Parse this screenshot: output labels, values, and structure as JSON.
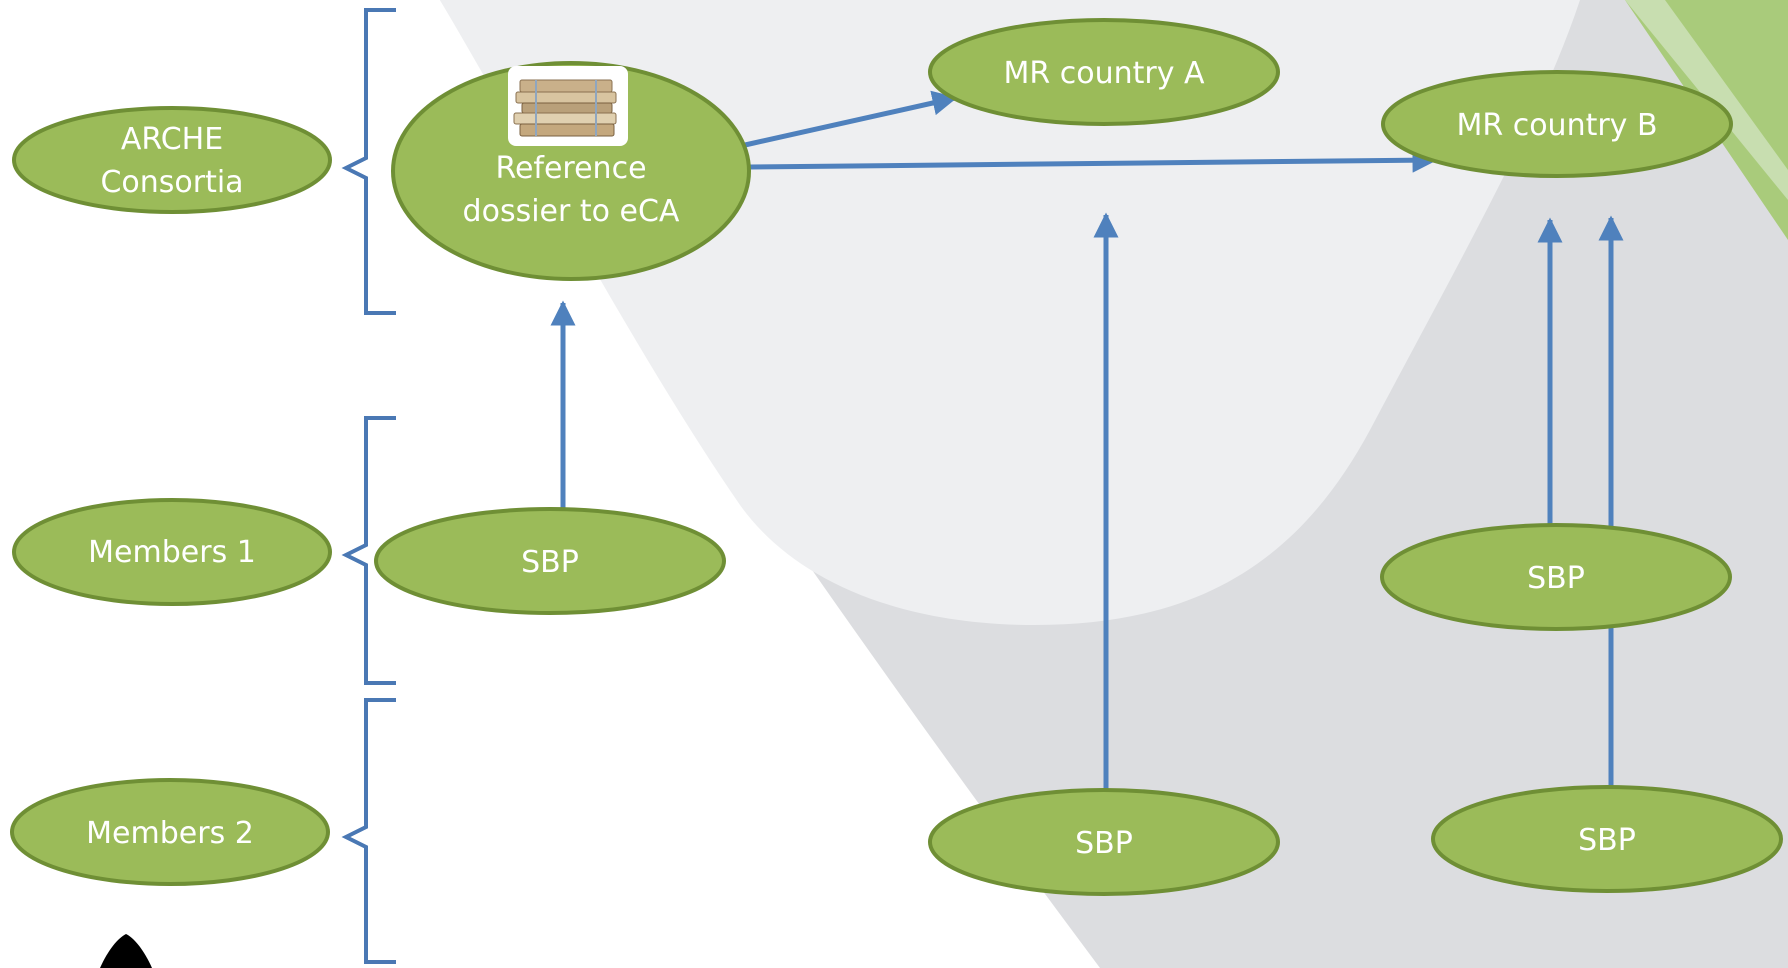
{
  "diagram": {
    "colors": {
      "node_fill": "#9bbb59",
      "node_stroke": "#6f8f35",
      "arrow": "#4f81bd",
      "brace": "#4a78b4",
      "bg_light_gray": "#eeeff1",
      "bg_gray": "#dcdde0",
      "accent_green": "#a9cb7b",
      "accent_green_light": "#c8deb0"
    },
    "groups": {
      "arche_consortia": [
        "ARCHE",
        "Consortia"
      ],
      "members_1": "Members 1",
      "members_2": "Members 2"
    },
    "nodes": {
      "reference_dossier": [
        "Reference",
        "dossier to eCA"
      ],
      "reference_dossier_icon": "document-stack-icon",
      "mr_country_a": "MR country A",
      "mr_country_b": "MR country B",
      "sbp_members_1": "SBP",
      "sbp_country_a": "SBP",
      "sbp_country_b_upper": "SBP",
      "sbp_country_b_lower": "SBP"
    },
    "edges": [
      {
        "from": "reference_dossier",
        "to": "mr_country_a"
      },
      {
        "from": "reference_dossier",
        "to": "mr_country_b"
      },
      {
        "from": "sbp_members_1",
        "to": "reference_dossier"
      },
      {
        "from": "sbp_country_a",
        "to": "mr_country_a"
      },
      {
        "from": "sbp_country_b_upper",
        "to": "mr_country_b"
      },
      {
        "from": "sbp_country_b_lower",
        "to": "mr_country_b"
      }
    ]
  }
}
